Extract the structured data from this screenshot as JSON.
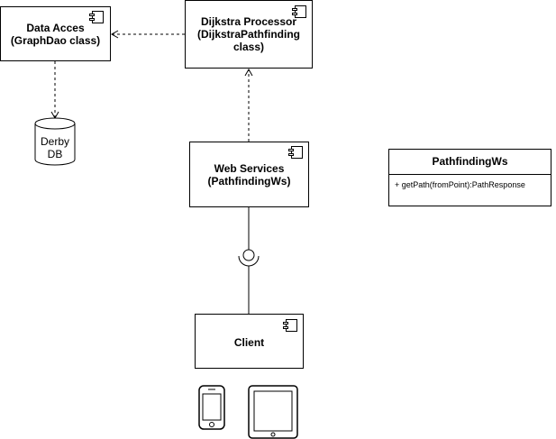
{
  "components": {
    "data_access": {
      "label": "Data Acces\n(GraphDao class)"
    },
    "dijkstra": {
      "label": "Dijkstra Processor\n(DijkstraPathfinding\nclass)"
    },
    "web_services": {
      "label": "Web Services\n(PathfindingWs)"
    },
    "client": {
      "label": "Client"
    }
  },
  "database": {
    "label": "Derby\nDB"
  },
  "class_box": {
    "title": "PathfindingWs",
    "members": [
      "+ getPath(fromPoint):PathResponse"
    ]
  },
  "colors": {
    "line": "#000000",
    "background": "#ffffff"
  }
}
